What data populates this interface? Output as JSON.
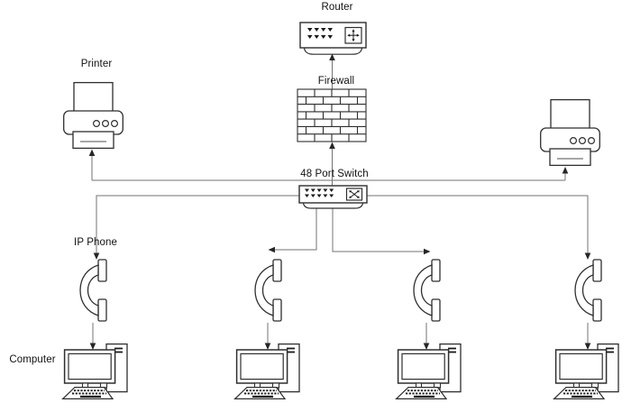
{
  "diagram": {
    "labels": {
      "router": "Router",
      "firewall": "Firewall",
      "switch": "48 Port Switch",
      "printer": "Printer",
      "ip_phone": "IP Phone",
      "computer": "Computer"
    },
    "colors": {
      "background": "#ffffff",
      "connector_line": "#737373",
      "arrowhead": "#262626",
      "icon_stroke": "#2e2e2e",
      "icon_fill": "#ffffff",
      "port_glyph": "#1a1a1a",
      "text": "#111111"
    },
    "icons": [
      "router-icon",
      "firewall-icon",
      "switch-icon",
      "printer-icon",
      "ip-phone-icon",
      "computer-icon"
    ],
    "connections": [
      {
        "from": "firewall",
        "to": "router",
        "arrow": "up"
      },
      {
        "from": "switch",
        "to": "firewall",
        "arrow": "up"
      },
      {
        "from": "switch",
        "to": "printer-left",
        "arrow": "up"
      },
      {
        "from": "switch",
        "to": "printer-right",
        "arrow": "up"
      },
      {
        "from": "switch",
        "to": "ip-phone-1",
        "arrow": "down"
      },
      {
        "from": "switch",
        "to": "ip-phone-2",
        "arrow": "left"
      },
      {
        "from": "switch",
        "to": "ip-phone-3",
        "arrow": "right"
      },
      {
        "from": "switch",
        "to": "ip-phone-4",
        "arrow": "down"
      },
      {
        "from": "ip-phone-1",
        "to": "computer-1",
        "arrow": "down"
      },
      {
        "from": "ip-phone-2",
        "to": "computer-2",
        "arrow": "down"
      },
      {
        "from": "ip-phone-3",
        "to": "computer-3",
        "arrow": "down"
      },
      {
        "from": "ip-phone-4",
        "to": "computer-4",
        "arrow": "down"
      }
    ]
  }
}
